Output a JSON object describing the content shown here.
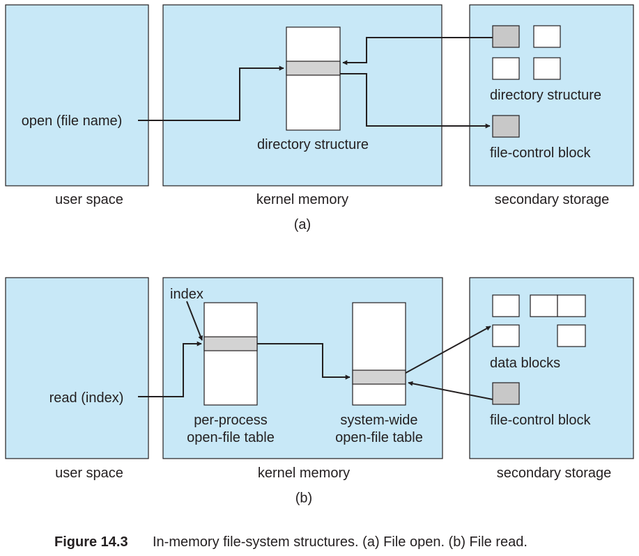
{
  "part_a": {
    "call_label": "open (file name)",
    "kernel_table_label": "directory structure",
    "storage_dir_label": "directory structure",
    "storage_fcb_label": "file-control block",
    "user_space_label": "user space",
    "kernel_memory_label": "kernel memory",
    "secondary_storage_label": "secondary storage",
    "sub_caption": "(a)"
  },
  "part_b": {
    "index_label": "index",
    "call_label": "read (index)",
    "per_process_label_1": "per-process",
    "per_process_label_2": "open-file table",
    "system_wide_label_1": "system-wide",
    "system_wide_label_2": "open-file table",
    "data_blocks_label": "data blocks",
    "storage_fcb_label": "file-control block",
    "user_space_label": "user space",
    "kernel_memory_label": "kernel memory",
    "secondary_storage_label": "secondary storage",
    "sub_caption": "(b)"
  },
  "caption": {
    "figure_number": "Figure 14.3",
    "text": "In-memory file-system structures. (a) File open. (b) File read."
  },
  "colors": {
    "panel_fill": "#c8e8f7",
    "highlight_fill": "#d3d3d3",
    "gray_block_fill": "#c8c8c8",
    "ink": "#231f20"
  }
}
